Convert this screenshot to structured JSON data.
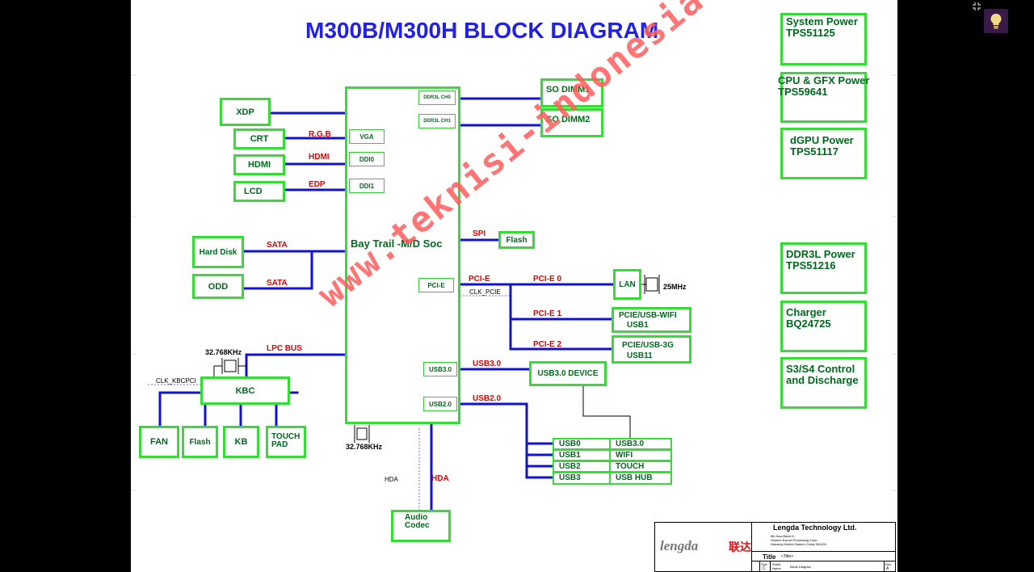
{
  "diagram": {
    "title": "M300B/M300H BLOCK DIAGRAM",
    "watermark": "www.teknisi-indonesia.com",
    "soc": {
      "label": "Bay Trail -M/D Soc",
      "ports": {
        "ddr_ch0": "DDR3L CH0",
        "ddr_ch1": "DDR3L CH1",
        "vga": "VGA",
        "ddi0": "DDI0",
        "ddi1": "DDI1",
        "pcie": "PCI-E",
        "usb30": "USB3.0",
        "usb20": "USB2.0"
      }
    },
    "memory": {
      "sodimm1": "SO DIMM1",
      "sodimm2": "SO DIMM2"
    },
    "display": {
      "xdp": "XDP",
      "crt": "CRT",
      "hdmi": "HDMI",
      "lcd": "LCD"
    },
    "storage": {
      "hdd": "Hard Disk",
      "odd": "ODD"
    },
    "peripherals": {
      "flash_spi": "Flash",
      "lan": "LAN",
      "wifi": [
        "PCIE/USB-WIFI",
        "USB1"
      ],
      "g3": [
        "PCIE/USB-3G",
        "USB11"
      ],
      "usb3_device": "USB3.0 DEVICE",
      "audio": [
        "Audio",
        "Codec"
      ]
    },
    "kbc": {
      "label": "KBC",
      "fan": "FAN",
      "flash": "Flash",
      "kb": "KB",
      "touchpad": [
        "TOUCH",
        "PAD"
      ]
    },
    "signals": {
      "rgb": "R.G.B",
      "hdmi": "HDMI",
      "edp": "EDP",
      "sata1": "SATA",
      "sata2": "SATA",
      "spi": "SPI",
      "pcie": "PCI-E",
      "pcie0": "PCI-E 0",
      "pcie1": "PCI-E 1",
      "pcie2": "PCI-E 2",
      "lpc": "LPC BUS",
      "usb30": "USB3.0",
      "usb20": "USB2.0",
      "hda": "HDA"
    },
    "notes": {
      "clk_pcie": "CLK_PCIE",
      "clk_kbcpci": "CLK_KBCPCI",
      "hda_small": "HDA"
    },
    "crystals": {
      "kbc": "32.768KHz",
      "soc": "32.768KHz",
      "lan": "25MHz"
    },
    "usb_table": [
      [
        "USB0",
        "USB3.0"
      ],
      [
        "USB1",
        "WIFI"
      ],
      [
        "USB2",
        "TOUCH"
      ],
      [
        "USB3",
        "USB HUB"
      ]
    ],
    "power": [
      [
        "System Power",
        "TPS51125"
      ],
      [
        "CPU & GFX Power",
        "TPS59641"
      ],
      [
        "dGPU Power",
        "TPS51117"
      ],
      [
        "DDR3L Power",
        "TPS51216"
      ],
      [
        "Charger",
        "BQ24725"
      ],
      [
        "S3/S4 Control",
        "and Discharge"
      ]
    ],
    "title_block": {
      "company": "Lengda Technology Ltd.",
      "logo": "lengda",
      "logo_cn": "联达",
      "title_label": "Title",
      "title_value": "<Title>",
      "size_label": "Size",
      "size_value": "C",
      "doc_label": "Sheet Name",
      "doc_value": "Block Diagram",
      "rev_label": "Rev",
      "rev_value": "A",
      "address": [
        "5th floor,Block K,",
        "Xiamen Export Processing Zone,",
        "Haicang District,Xiamen,China,361026"
      ]
    }
  },
  "viewer": {
    "collapse_icon": "collapse-icon",
    "bulb_icon": "lightbulb-icon"
  },
  "colors": {
    "title": "#2020e6",
    "box_border": "#33dd33",
    "box_text": "#006a1c",
    "wire": "#1010dd",
    "signal": "#e00000",
    "watermark": "#ff5c5c"
  }
}
